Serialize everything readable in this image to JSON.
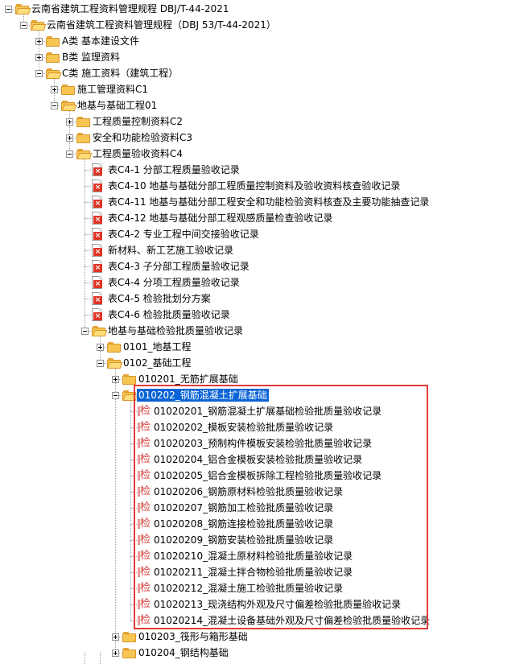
{
  "tree": [
    {
      "label": "云南省建筑工程资料管理规程 DBJ/T-44-2021",
      "level": 0,
      "type": "folder",
      "state": "expanded"
    },
    {
      "label": "云南省建筑工程资料管理规程（DBJ 53/T-44-2021）",
      "level": 1,
      "type": "folder",
      "state": "expanded"
    },
    {
      "label": "A类 基本建设文件",
      "level": 2,
      "type": "folder",
      "state": "collapsed"
    },
    {
      "label": "B类 监理资料",
      "level": 2,
      "type": "folder",
      "state": "collapsed"
    },
    {
      "label": "C类 施工资料（建筑工程）",
      "level": 2,
      "type": "folder",
      "state": "expanded"
    },
    {
      "label": "施工管理资料C1",
      "level": 3,
      "type": "folder",
      "state": "collapsed"
    },
    {
      "label": "地基与基础工程01",
      "level": 3,
      "type": "folder",
      "state": "expanded"
    },
    {
      "label": "工程质量控制资料C2",
      "level": 4,
      "type": "folder",
      "state": "collapsed"
    },
    {
      "label": "安全和功能检验资料C3",
      "level": 4,
      "type": "folder",
      "state": "collapsed"
    },
    {
      "label": "工程质量验收资料C4",
      "level": 4,
      "type": "folder",
      "state": "expanded"
    },
    {
      "label": "表C4-1 分部工程质量验收记录",
      "level": 5,
      "type": "pdf"
    },
    {
      "label": "表C4-10 地基与基础分部工程质量控制资料及验收资料核查验收记录",
      "level": 5,
      "type": "pdf"
    },
    {
      "label": "表C4-11 地基与基础分部工程安全和功能检验资料核查及主要功能抽查记录",
      "level": 5,
      "type": "pdf"
    },
    {
      "label": "表C4-12 地基与基础分部工程观感质量检查验收记录",
      "level": 5,
      "type": "pdf"
    },
    {
      "label": "表C4-2 专业工程中间交接验收记录",
      "level": 5,
      "type": "pdf"
    },
    {
      "label": "新材料、新工艺施工验收记录",
      "level": 5,
      "type": "pdf"
    },
    {
      "label": "表C4-3 子分部工程质量验收记录",
      "level": 5,
      "type": "pdf"
    },
    {
      "label": "表C4-4 分项工程质量验收记录",
      "level": 5,
      "type": "pdf"
    },
    {
      "label": "表C4-5 检验批划分方案",
      "level": 5,
      "type": "pdf"
    },
    {
      "label": "表C4-6 检验批质量验收记录",
      "level": 5,
      "type": "pdf"
    },
    {
      "label": "地基与基础检验批质量验收记录",
      "level": 5,
      "type": "folder",
      "state": "expanded"
    },
    {
      "label": "0101_地基工程",
      "level": 6,
      "type": "folder",
      "state": "collapsed"
    },
    {
      "label": "0102_基础工程",
      "level": 6,
      "type": "folder",
      "state": "expanded"
    },
    {
      "label": "010201_无筋扩展基础",
      "level": 7,
      "type": "folder",
      "state": "collapsed"
    },
    {
      "label": "010202_钢筋混凝土扩展基础",
      "level": 7,
      "type": "folder",
      "state": "expanded",
      "selected": true
    },
    {
      "label": "01020201_钢筋混凝土扩展基础检验批质量验收记录",
      "level": 8,
      "type": "form"
    },
    {
      "label": "01020202_模板安装检验批质量验收记录",
      "level": 8,
      "type": "form"
    },
    {
      "label": "01020203_预制构件模板安装检验批质量验收记录",
      "level": 8,
      "type": "form"
    },
    {
      "label": "01020204_铝合金模板安装检验批质量验收记录",
      "level": 8,
      "type": "form"
    },
    {
      "label": "01020205_铝合金模板拆除工程检验批质量验收记录",
      "level": 8,
      "type": "form"
    },
    {
      "label": "01020206_钢筋原材料检验批质量验收记录",
      "level": 8,
      "type": "form"
    },
    {
      "label": "01020207_钢筋加工检验批质量验收记录",
      "level": 8,
      "type": "form"
    },
    {
      "label": "01020208_钢筋连接检验批质量验收记录",
      "level": 8,
      "type": "form"
    },
    {
      "label": "01020209_钢筋安装检验批质量验收记录",
      "level": 8,
      "type": "form"
    },
    {
      "label": "01020210_混凝土原材料检验批质量验收记录",
      "level": 8,
      "type": "form"
    },
    {
      "label": "01020211_混凝土拌合物检验批质量验收记录",
      "level": 8,
      "type": "form"
    },
    {
      "label": "01020212_混凝土施工检验批质量验收记录",
      "level": 8,
      "type": "form"
    },
    {
      "label": "01020213_现浇结构外观及尺寸偏差检验批质量验收记录",
      "level": 8,
      "type": "form"
    },
    {
      "label": "01020214_混凝土设备基础外观及尺寸偏差检验批质量验收记录",
      "level": 8,
      "type": "form"
    },
    {
      "label": "010203_筏形与箱形基础",
      "level": 7,
      "type": "folder",
      "state": "collapsed"
    },
    {
      "label": "010204_钢结构基础",
      "level": 7,
      "type": "folder",
      "state": "collapsed"
    }
  ],
  "form_icon_glyph": "检",
  "colors": {
    "selection": "#0a64d6",
    "highlight_box": "#e33a3a",
    "folder": "#f6c552",
    "pdf_badge": "#e03325",
    "form_glyph": "#d23a3a"
  }
}
